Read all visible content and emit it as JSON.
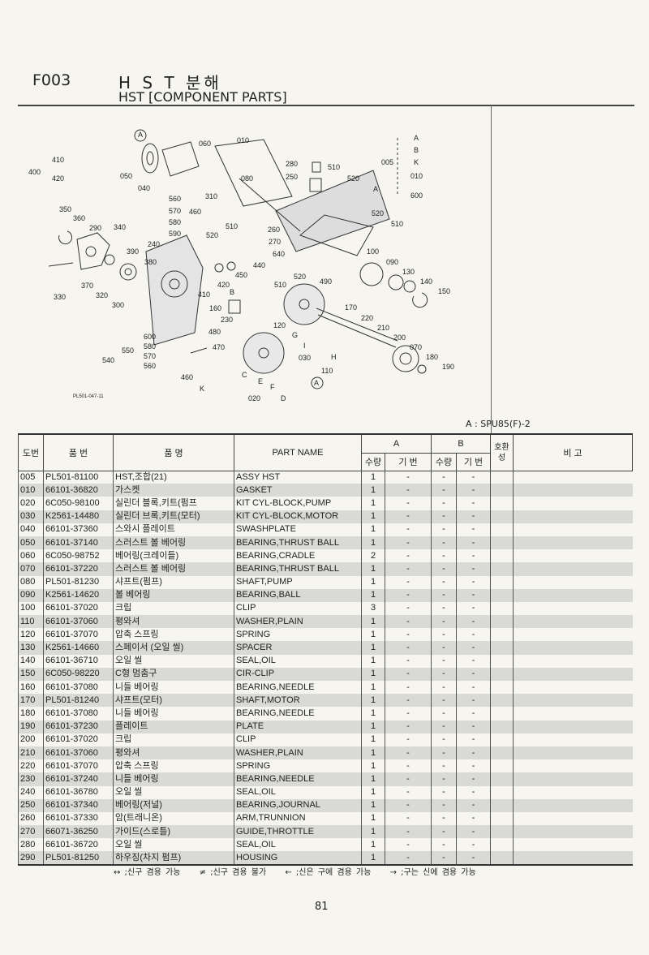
{
  "header": {
    "code": "F003",
    "title_ko": "H S T 분해",
    "title_en": "HST [COMPONENT PARTS]"
  },
  "diagram": {
    "figure_id": "PL501-047-11",
    "callouts": [
      "400",
      "410",
      "420",
      "050",
      "040",
      "060",
      "010",
      "080",
      "310",
      "560",
      "570",
      "580",
      "590",
      "460",
      "340",
      "350",
      "360",
      "290",
      "390",
      "380",
      "240",
      "370",
      "320",
      "300",
      "330",
      "520",
      "510",
      "260",
      "270",
      "440",
      "450",
      "420",
      "410",
      "640",
      "510",
      "520",
      "490",
      "280",
      "250",
      "510",
      "520",
      "005",
      "A",
      "B",
      "K",
      "010",
      "600",
      "520",
      "510",
      "100",
      "090",
      "130",
      "140",
      "150",
      "170",
      "220",
      "210",
      "200",
      "070",
      "180",
      "190",
      "160",
      "230",
      "480",
      "470",
      "600",
      "580",
      "570",
      "560",
      "550",
      "540",
      "460",
      "K",
      "120",
      "G",
      "I",
      "030",
      "H",
      "110",
      "C",
      "E",
      "F",
      "D",
      "020",
      "B",
      "A",
      "A",
      "A"
    ]
  },
  "model_ref": "A : SPU85(F)-2",
  "table": {
    "headers": {
      "no": "도번",
      "part_no": "품 번",
      "name_ko": "품 명",
      "part_name": "PART NAME",
      "a": "A",
      "b": "B",
      "qty": "수량",
      "model": "기 번",
      "compat": "호환성",
      "remarks": "비 고"
    },
    "rows": [
      [
        "005",
        "PL501-81100",
        "HST,조합(21)",
        "ASSY HST",
        "1",
        "-",
        "-",
        "-"
      ],
      [
        "010",
        "66101-36820",
        "가스켓",
        "GASKET",
        "1",
        "-",
        "-",
        "-"
      ],
      [
        "020",
        "6C050-98100",
        "실린더 블록,키트(펌프",
        "KIT CYL-BLOCK,PUMP",
        "1",
        "-",
        "-",
        "-"
      ],
      [
        "030",
        "K2561-14480",
        "실린더 브록,키트(모터)",
        "KIT CYL-BLOCK,MOTOR",
        "1",
        "-",
        "-",
        "-"
      ],
      [
        "040",
        "66101-37360",
        "스와시 플레이트",
        "SWASHPLATE",
        "1",
        "-",
        "-",
        "-"
      ],
      [
        "050",
        "66101-37140",
        "스러스트 볼 베어링",
        "BEARING,THRUST BALL",
        "1",
        "-",
        "-",
        "-"
      ],
      [
        "060",
        "6C050-98752",
        "베어링(크레이들)",
        "BEARING,CRADLE",
        "2",
        "-",
        "-",
        "-"
      ],
      [
        "070",
        "66101-37220",
        "스러스트 볼 베어링",
        "BEARING,THRUST BALL",
        "1",
        "-",
        "-",
        "-"
      ],
      [
        "080",
        "PL501-81230",
        "샤프트(펌프)",
        "SHAFT,PUMP",
        "1",
        "-",
        "-",
        "-"
      ],
      [
        "090",
        "K2561-14620",
        "볼 베어링",
        "BEARING,BALL",
        "1",
        "-",
        "-",
        "-"
      ],
      [
        "100",
        "66101-37020",
        "크립",
        "CLIP",
        "3",
        "-",
        "-",
        "-"
      ],
      [
        "110",
        "66101-37060",
        "평와셔",
        "WASHER,PLAIN",
        "1",
        "-",
        "-",
        "-"
      ],
      [
        "120",
        "66101-37070",
        "압축 스프링",
        "SPRING",
        "1",
        "-",
        "-",
        "-"
      ],
      [
        "130",
        "K2561-14660",
        "스페이서 (오일 씰)",
        "SPACER",
        "1",
        "-",
        "-",
        "-"
      ],
      [
        "140",
        "66101-36710",
        "오일 씰",
        "SEAL,OIL",
        "1",
        "-",
        "-",
        "-"
      ],
      [
        "150",
        "6C050-98220",
        "C형 멈춤구",
        "CIR-CLIP",
        "1",
        "-",
        "-",
        "-"
      ],
      [
        "160",
        "66101-37080",
        "니들 베어링",
        "BEARING,NEEDLE",
        "1",
        "-",
        "-",
        "-"
      ],
      [
        "170",
        "PL501-81240",
        "샤프트(모터)",
        "SHAFT,MOTOR",
        "1",
        "-",
        "-",
        "-"
      ],
      [
        "180",
        "66101-37080",
        "니들 베어링",
        "BEARING,NEEDLE",
        "1",
        "-",
        "-",
        "-"
      ],
      [
        "190",
        "66101-37230",
        "플레이트",
        "PLATE",
        "1",
        "-",
        "-",
        "-"
      ],
      [
        "200",
        "66101-37020",
        "크립",
        "CLIP",
        "1",
        "-",
        "-",
        "-"
      ],
      [
        "210",
        "66101-37060",
        "평와셔",
        "WASHER,PLAIN",
        "1",
        "-",
        "-",
        "-"
      ],
      [
        "220",
        "66101-37070",
        "압축 스프링",
        "SPRING",
        "1",
        "-",
        "-",
        "-"
      ],
      [
        "230",
        "66101-37240",
        "니들 베어링",
        "BEARING,NEEDLE",
        "1",
        "-",
        "-",
        "-"
      ],
      [
        "240",
        "66101-36780",
        "오일 씰",
        "SEAL,OIL",
        "1",
        "-",
        "-",
        "-"
      ],
      [
        "250",
        "66101-37340",
        "베어링(저널)",
        "BEARING,JOURNAL",
        "1",
        "-",
        "-",
        "-"
      ],
      [
        "260",
        "66101-37330",
        "암(트래니온)",
        "ARM,TRUNNION",
        "1",
        "-",
        "-",
        "-"
      ],
      [
        "270",
        "66071-36250",
        "가이드(스로틀)",
        "GUIDE,THROTTLE",
        "1",
        "-",
        "-",
        "-"
      ],
      [
        "280",
        "66101-36720",
        "오일 씰",
        "SEAL,OIL",
        "1",
        "-",
        "-",
        "-"
      ],
      [
        "290",
        "PL501-81250",
        "하우징(차지 펌프)",
        "HOUSING",
        "1",
        "-",
        "-",
        "-"
      ]
    ]
  },
  "legend": [
    "↔ ;신구 겸용 가능",
    "≠ ;신구 겸용 불가",
    "← ;신은 구에 겸용 가능",
    "→ ;구는 신에 겸용 가능"
  ],
  "page_number": "81"
}
